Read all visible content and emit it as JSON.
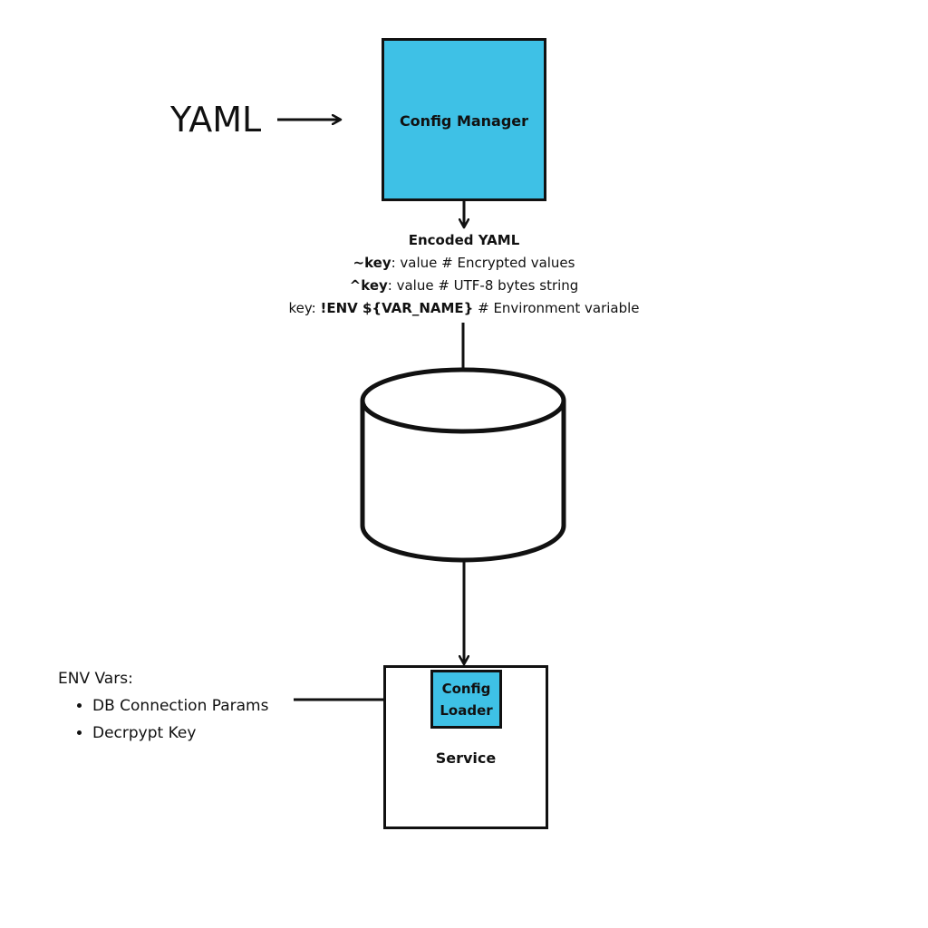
{
  "input_label": "YAML",
  "config_manager": {
    "label": "Config Manager"
  },
  "encoded_yaml": {
    "title": "Encoded YAML",
    "line1": {
      "key": "~key",
      "rest": ": value # Encrypted values"
    },
    "line2": {
      "key": "^key",
      "rest": ": value # UTF-8 bytes string"
    },
    "line3": {
      "prefix": "key: ",
      "tag": "!ENV ${VAR_NAME}",
      "rest": " # Environment variable"
    }
  },
  "service": {
    "label": "Service",
    "loader_label_line1": "Config",
    "loader_label_line2": "Loader"
  },
  "env_vars": {
    "title": "ENV Vars:",
    "items": [
      "DB Connection Params",
      "Decrpypt Key"
    ]
  },
  "colors": {
    "box_fill": "#3ec1e6",
    "stroke": "#111111",
    "background": "#ffffff"
  }
}
